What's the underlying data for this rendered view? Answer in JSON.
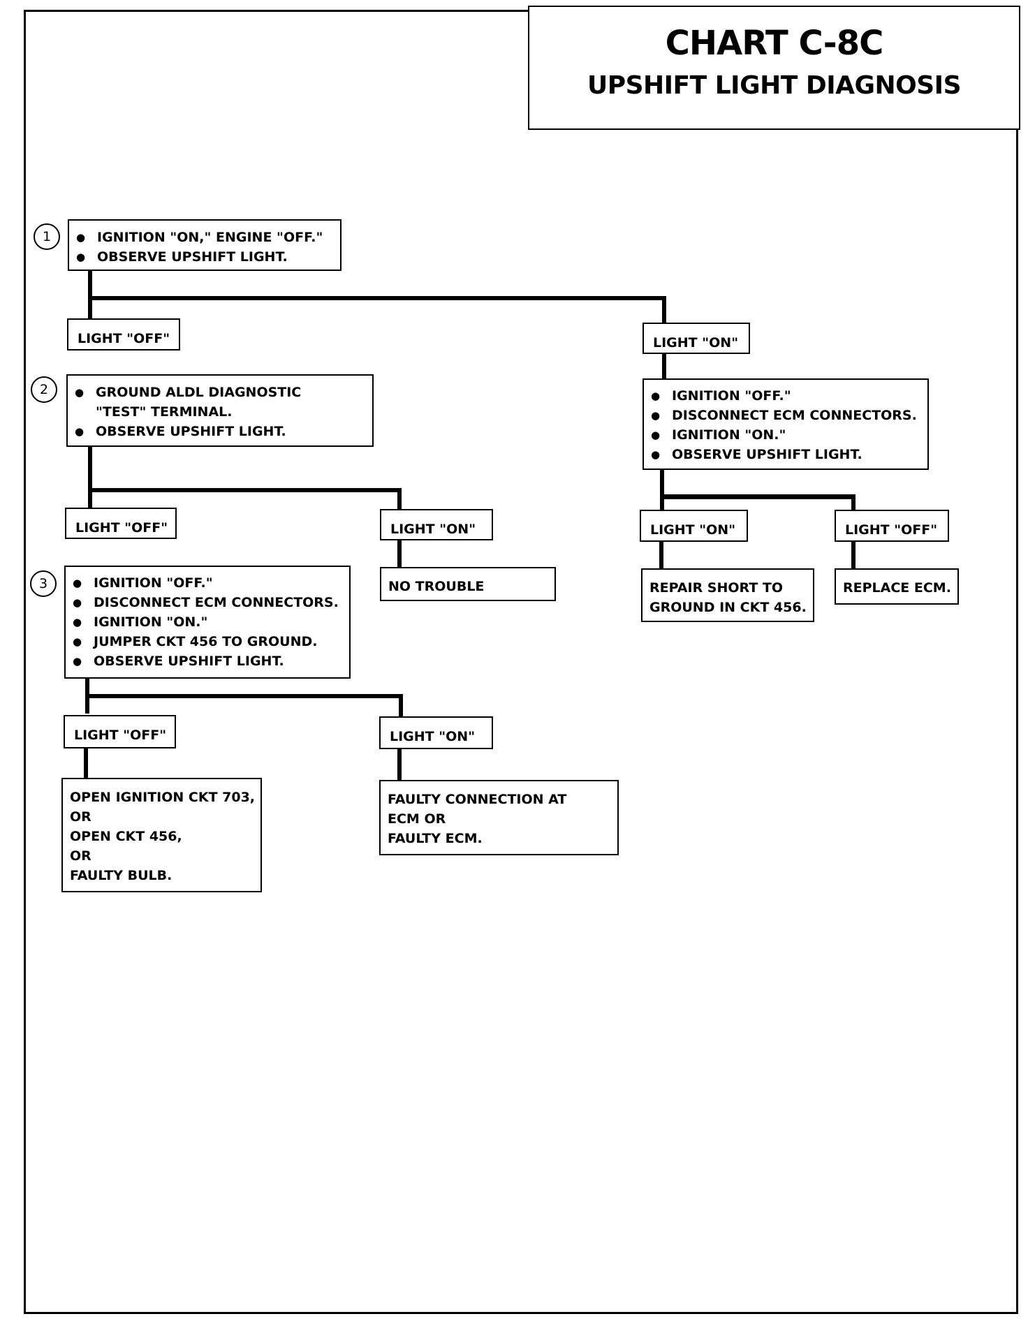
{
  "header": {
    "title": "CHART C-8C",
    "subtitle": "UPSHIFT LIGHT DIAGNOSIS"
  },
  "steps": [
    "1",
    "2",
    "3"
  ],
  "box1": {
    "items": [
      "IGNITION \"ON,\" ENGINE \"OFF.\"",
      "OBSERVE UPSHIFT LIGHT."
    ]
  },
  "a_off": "LIGHT \"OFF\"",
  "a_on": "LIGHT \"ON\"",
  "box2": {
    "items": [
      "GROUND ALDL DIAGNOSTIC \"TEST\" TERMINAL.",
      "OBSERVE UPSHIFT LIGHT."
    ]
  },
  "box_r": {
    "items": [
      "IGNITION \"OFF.\"",
      "DISCONNECT ECM CONNECTORS.",
      "IGNITION \"ON.\"",
      "OBSERVE UPSHIFT LIGHT."
    ]
  },
  "b_off": "LIGHT \"OFF\"",
  "b_on": "LIGHT \"ON\"",
  "no_trouble": "NO TROUBLE",
  "r_on": "LIGHT \"ON\"",
  "r_off": "LIGHT \"OFF\"",
  "repair": [
    "REPAIR SHORT TO",
    "GROUND IN CKT 456."
  ],
  "replace": "REPLACE ECM.",
  "box3": {
    "items": [
      "IGNITION \"OFF.\"",
      "DISCONNECT ECM CONNECTORS.",
      "IGNITION \"ON.\"",
      "JUMPER CKT 456 TO GROUND.",
      "OBSERVE UPSHIFT LIGHT."
    ]
  },
  "c_off": "LIGHT \"OFF\"",
  "c_on": "LIGHT \"ON\"",
  "result_off": [
    "OPEN IGNITION CKT 703,",
    "OR",
    "OPEN CKT 456,",
    "OR",
    "FAULTY BULB."
  ],
  "result_on": [
    "FAULTY CONNECTION AT",
    "ECM OR",
    "FAULTY ECM."
  ]
}
